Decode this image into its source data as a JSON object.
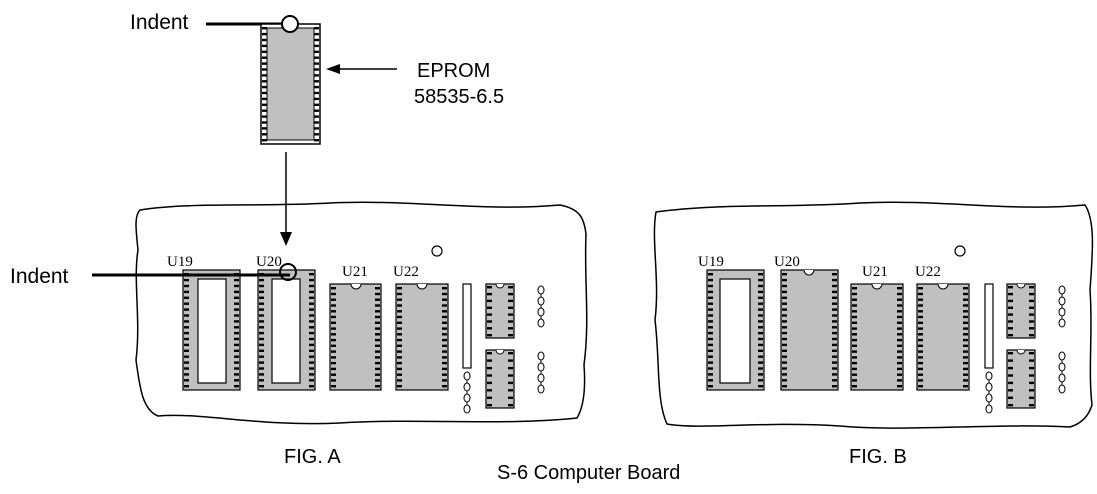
{
  "callouts": {
    "indent_top": "Indent",
    "indent_board": "Indent",
    "eprom_label": "EPROM",
    "eprom_part": "58535-6.5"
  },
  "fig_a": {
    "caption": "FIG. A",
    "sockets": {
      "u19": "U19",
      "u20": "U20",
      "u21": "U21",
      "u22": "U22"
    }
  },
  "fig_b": {
    "caption": "FIG. B",
    "sockets": {
      "u19": "U19",
      "u20": "U20",
      "u21": "U21",
      "u22": "U22"
    }
  },
  "board_title": "S-6 Computer Board",
  "colors": {
    "chip_fill": "#c0c0c0",
    "line": "#000000",
    "background": "#ffffff"
  }
}
